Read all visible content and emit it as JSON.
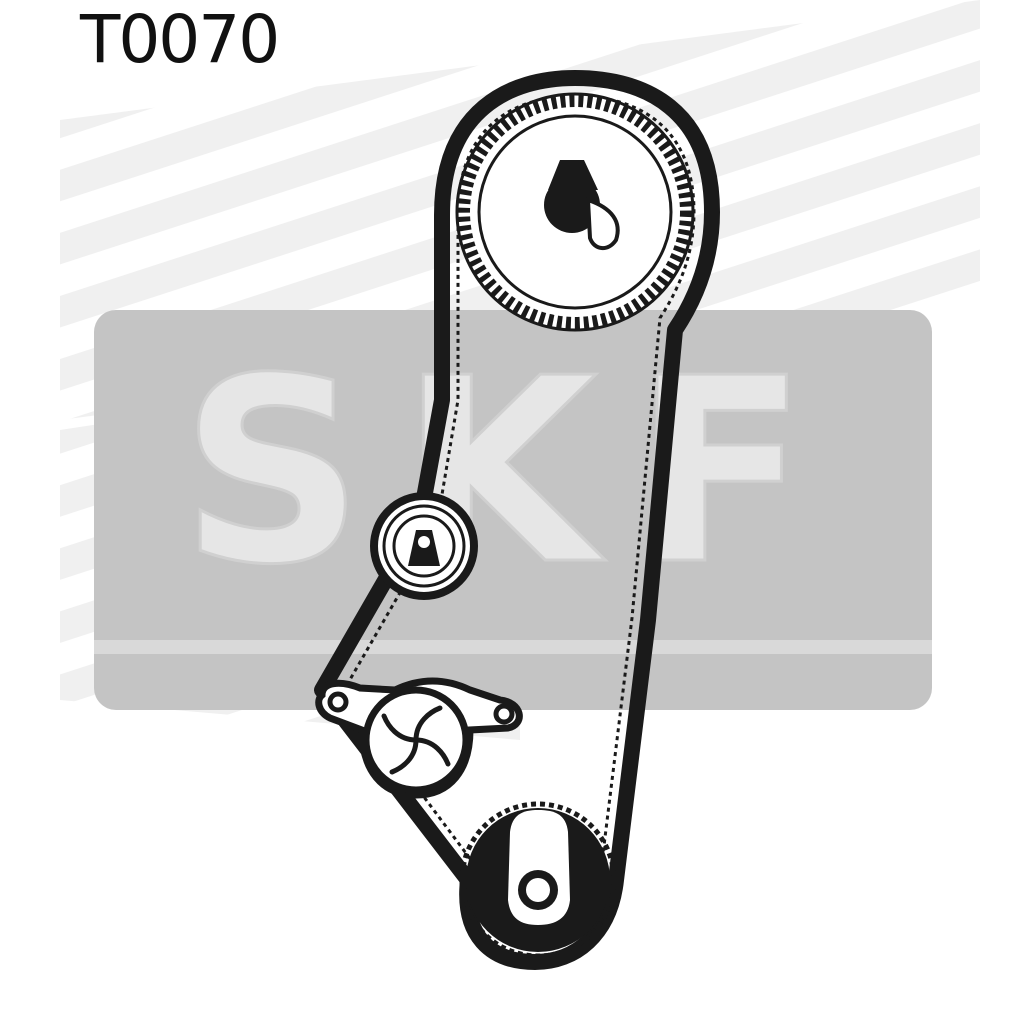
{
  "header": {
    "part_code": "T0070"
  },
  "brand": {
    "logo_text": "SKF",
    "logo_color": "#e2e2e2",
    "logo_shadow_color": "#c4c4c4"
  },
  "colors": {
    "belt": "#1a1a1a",
    "background": "#ffffff"
  },
  "diagram": {
    "parts": [
      {
        "name": "camshaft-pulley",
        "icon": "toothed-pulley-icon"
      },
      {
        "name": "tensioner-pulley",
        "icon": "idler-pulley-icon"
      },
      {
        "name": "water-pump",
        "icon": "water-pump-icon"
      },
      {
        "name": "crankshaft-pulley",
        "icon": "crank-pulley-icon"
      }
    ]
  }
}
